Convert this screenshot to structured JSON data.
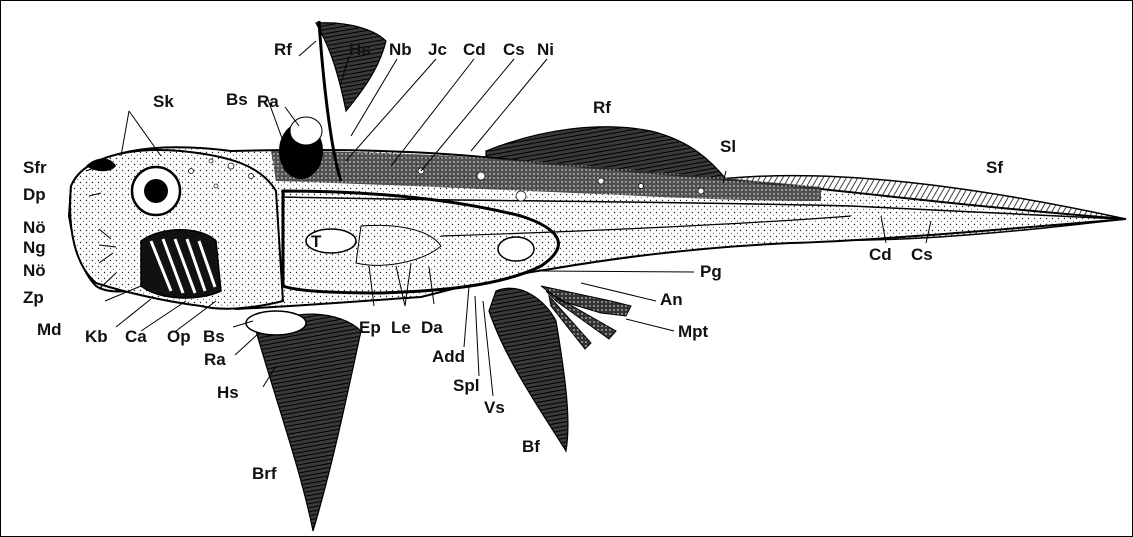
{
  "labels": {
    "rf_top": "Rf",
    "hs_top": "Hs",
    "nb": "Nb",
    "jc": "Jc",
    "cd_top": "Cd",
    "cs_top": "Cs",
    "ni": "Ni",
    "rf_back": "Rf",
    "sk": "Sk",
    "bs_top": "Bs",
    "ra_top": "Ra",
    "sl": "Sl",
    "sf": "Sf",
    "sfr": "Sfr",
    "dp": "Dp",
    "no_upper": "Nö",
    "ng": "Ng",
    "no_lower": "Nö",
    "zp": "Zp",
    "md": "Md",
    "kb": "Kb",
    "ca": "Ca",
    "op": "Op",
    "bs_bottom": "Bs",
    "ra_bottom": "Ra",
    "hs_bottom": "Hs",
    "brf": "Brf",
    "t": "T",
    "ep": "Ep",
    "le": "Le",
    "da": "Da",
    "add": "Add",
    "spl": "Spl",
    "vs": "Vs",
    "bf": "Bf",
    "pg": "Pg",
    "an": "An",
    "mpt": "Mpt",
    "cd_tail": "Cd",
    "cs_tail": "Cs"
  }
}
